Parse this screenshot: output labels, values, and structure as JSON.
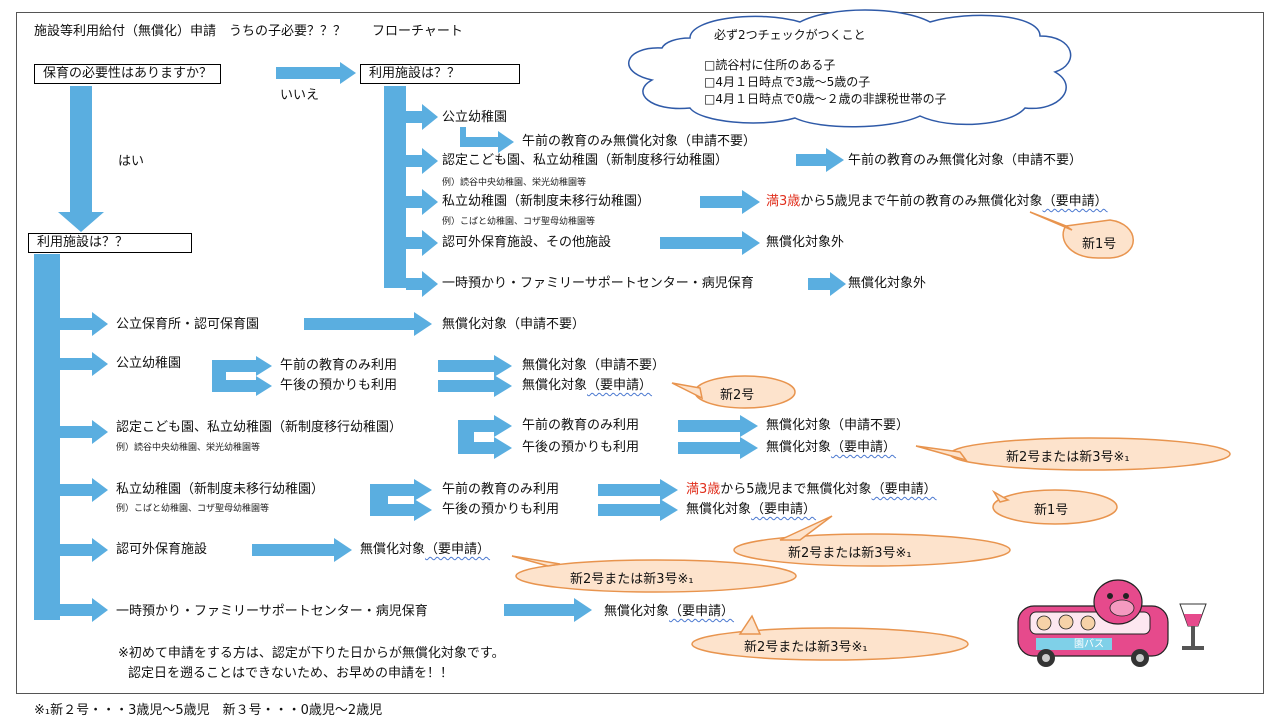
{
  "title": "施設等利用給付（無償化）申請　うちの子必要？？？　　フローチャート",
  "cloud": {
    "heading": "必ず2つチェックがつくこと",
    "items": [
      "□読谷村に住所のある子",
      "□4月１日時点で3歳～5歳の子",
      "□4月１日時点で0歳～２歳の非課税世帯の子"
    ]
  },
  "top": {
    "question": "保育の必要性はありますか？",
    "no_label": "いいえ",
    "yes_label": "はい",
    "facility_q_right": "利用施設は？？",
    "facility_q_left": "利用施設は？？"
  },
  "right_branch": {
    "public_kinder": "公立幼稚園",
    "public_kinder_result": "午前の教育のみ無償化対象（申請不要）",
    "certified": "認定こども園、私立幼稚園（新制度移行幼稚園）",
    "certified_example": "例）読谷中央幼稚園、栄光幼稚園等",
    "certified_result": "午前の教育のみ無償化対象（申請不要）",
    "private": "私立幼稚園（新制度未移行幼稚園）",
    "private_example": "例）こばと幼稚園、コザ聖母幼稚園等",
    "private_result_red": "満3歳",
    "private_result_a": "から5歳児まで午前の教育のみ無償化対象",
    "private_result_b": "（要申請）",
    "unlicensed": "認可外保育施設、その他施設",
    "unlicensed_result": "無償化対象外",
    "temp": "一時預かり・ファミリーサポートセンター・病児保育",
    "temp_result": "無償化対象外",
    "bubble_1": "新1号"
  },
  "left_branch": {
    "nursery": "公立保育所・認可保育園",
    "nursery_result": "無償化対象（申請不要）",
    "public_kinder": "公立幼稚園",
    "morning_only": "午前の教育のみ利用",
    "afternoon": "午後の預かりも利用",
    "result_free": "無償化対象（申請不要）",
    "result_apply_a": "無償化対象",
    "result_apply_b": "（要申請）",
    "bubble_2": "新2号",
    "certified": "認定こども園、私立幼稚園（新制度移行幼稚園）",
    "certified_example": "例）読谷中央幼稚園、栄光幼稚園等",
    "bubble_23": "新2号または新3号※₁",
    "private": "私立幼稚園（新制度未移行幼稚園）",
    "private_example": "例）こばと幼稚園、コザ聖母幼稚園等",
    "private_red": "満3歳",
    "private_a": "から5歳児まで無償化対象",
    "private_b": "（要申請）",
    "bubble_1": "新1号",
    "unlicensed": "認可外保育施設",
    "temp": "一時預かり・ファミリーサポートセンター・病児保育"
  },
  "notes": {
    "line1": "※初めて申請をする方は、認定が下りた日からが無償化対象です。",
    "line2": "認定日を遡ることはできないため、お早めの申請を！！",
    "footnote": "※₁新２号・・・3歳児～5歳児　新３号・・・0歳児～2歳児"
  },
  "bus_text": "園バス",
  "colors": {
    "arrow": "#5aaee0",
    "bubble_fill": "#fde3cc",
    "bubble_stroke": "#e8944e",
    "red": "#e0301e",
    "wavy": "#4a78d0"
  }
}
